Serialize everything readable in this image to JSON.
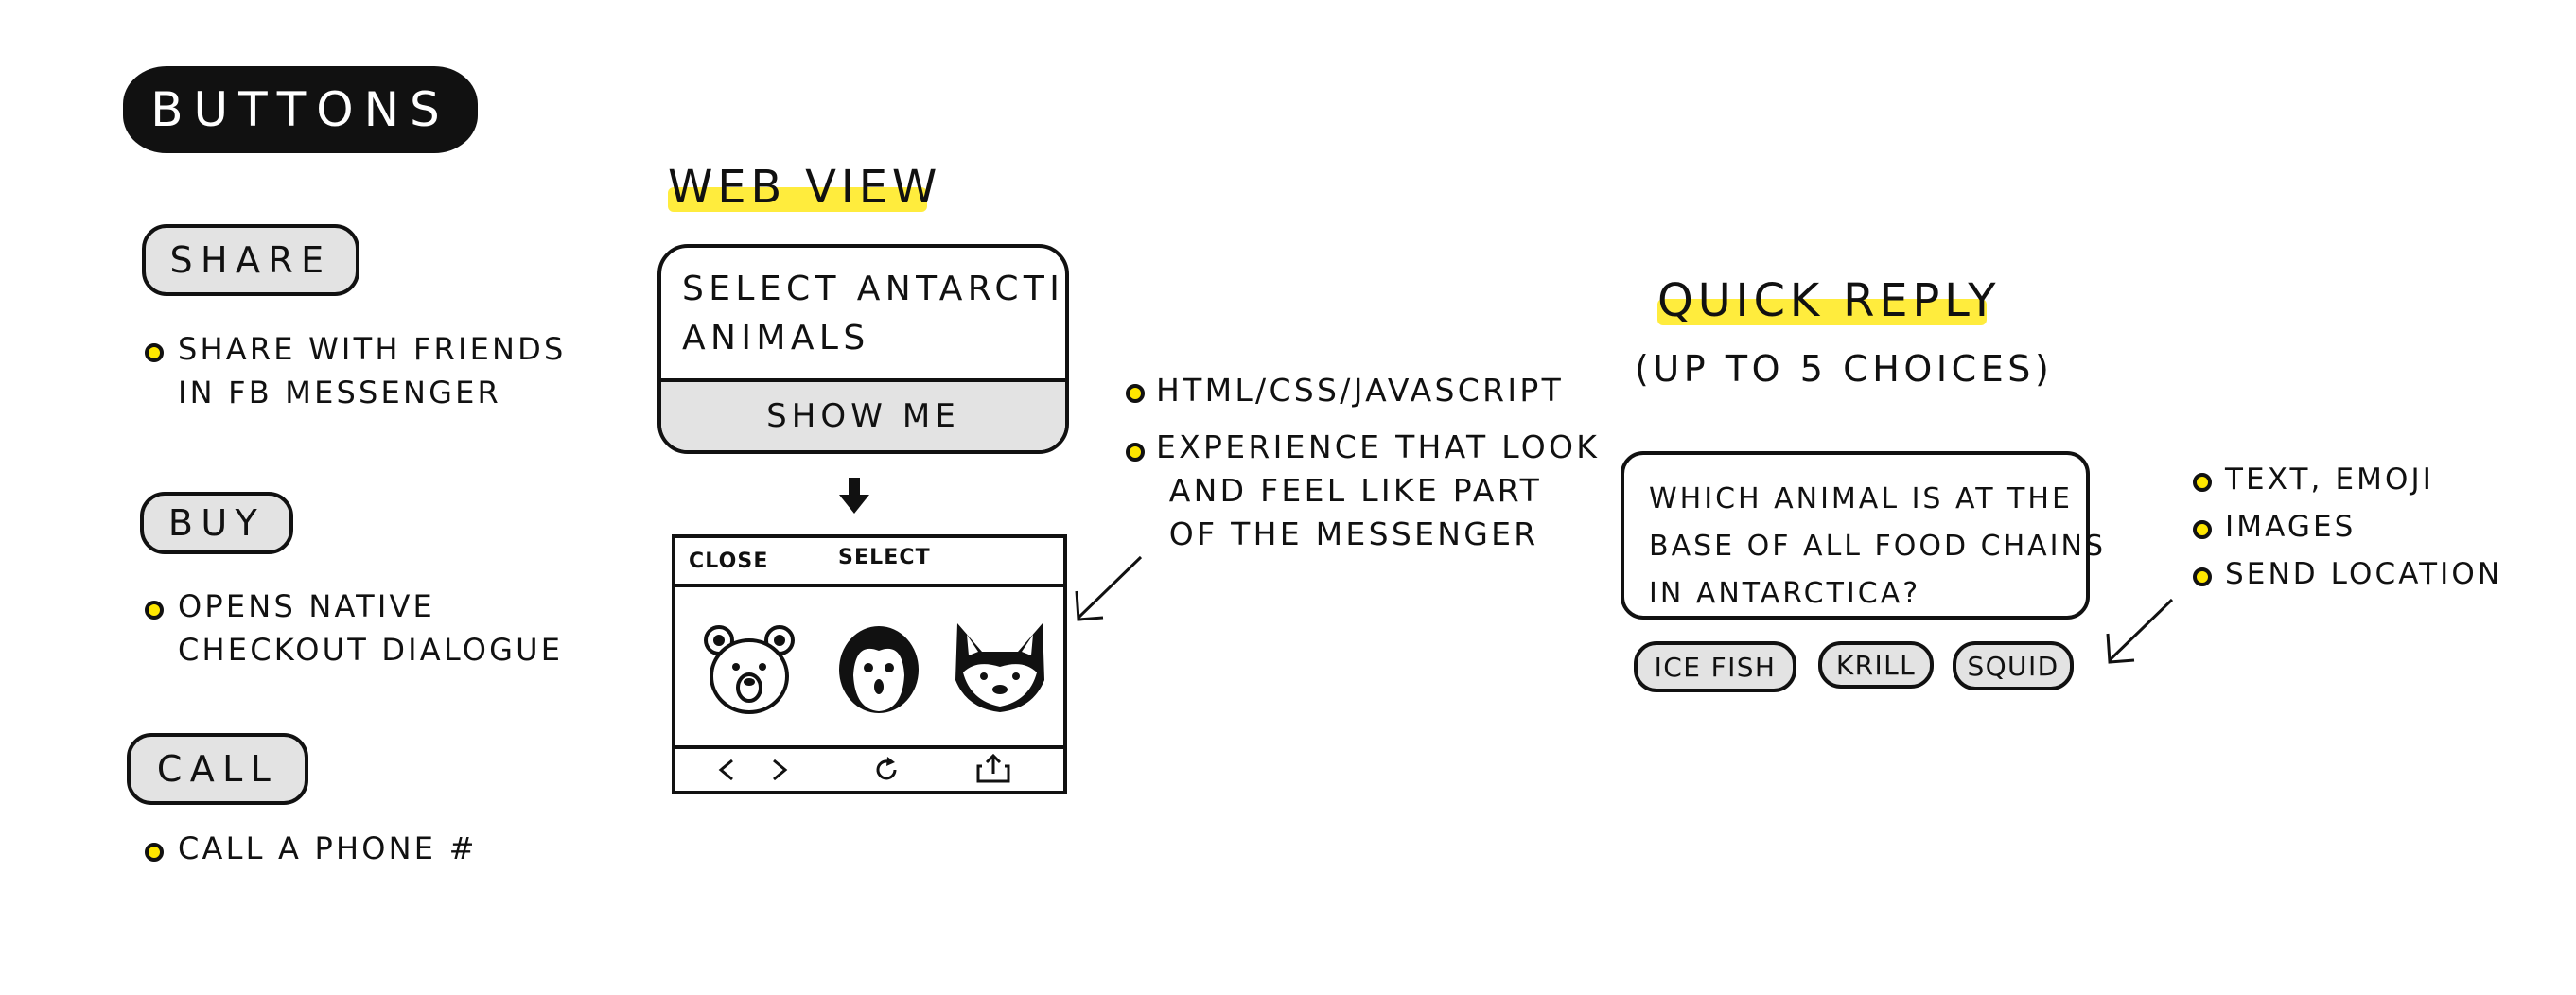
{
  "buttons_section": {
    "title": "BUTTONS",
    "items": [
      {
        "label": "SHARE",
        "note": "SHARE WITH FRIENDS\nIN FB MESSENGER"
      },
      {
        "label": "BUY",
        "note": "OPENS NATIVE\nCHECKOUT DIALOGUE"
      },
      {
        "label": "CALL",
        "note": "CALL A PHONE #"
      }
    ]
  },
  "web_view": {
    "title": "WEB VIEW",
    "card_text": "SELECT ANTARCTIC\nANIMALS",
    "card_button": "SHOW ME",
    "phone": {
      "left_label": "CLOSE",
      "center_label": "SELECT"
    },
    "notes": [
      "HTML/CSS/JAVASCRIPT",
      "EXPERIENCE THAT LOOK\n AND FEEL LIKE PART\n OF THE MESSENGER"
    ]
  },
  "quick_reply": {
    "title": "QUICK REPLY",
    "subtitle": "(UP TO 5 CHOICES)",
    "question": "WHICH ANIMAL IS AT THE\nBASE OF ALL FOOD CHAINS\nIN ANTARCTICA?",
    "choices": [
      "ICE FISH",
      "KRILL",
      "SQUID"
    ],
    "notes": [
      "TEXT, EMOJI",
      "IMAGES",
      "SEND LOCATION"
    ]
  },
  "colors": {
    "highlight": "#ffec3d",
    "ink": "#111111",
    "button_fill": "#e3e3e3"
  },
  "icons": [
    "bear-icon",
    "penguin-icon",
    "husky-icon",
    "back-icon",
    "forward-icon",
    "reload-icon",
    "share-out-icon",
    "down-arrow-icon",
    "pointer-arrow-icon"
  ]
}
